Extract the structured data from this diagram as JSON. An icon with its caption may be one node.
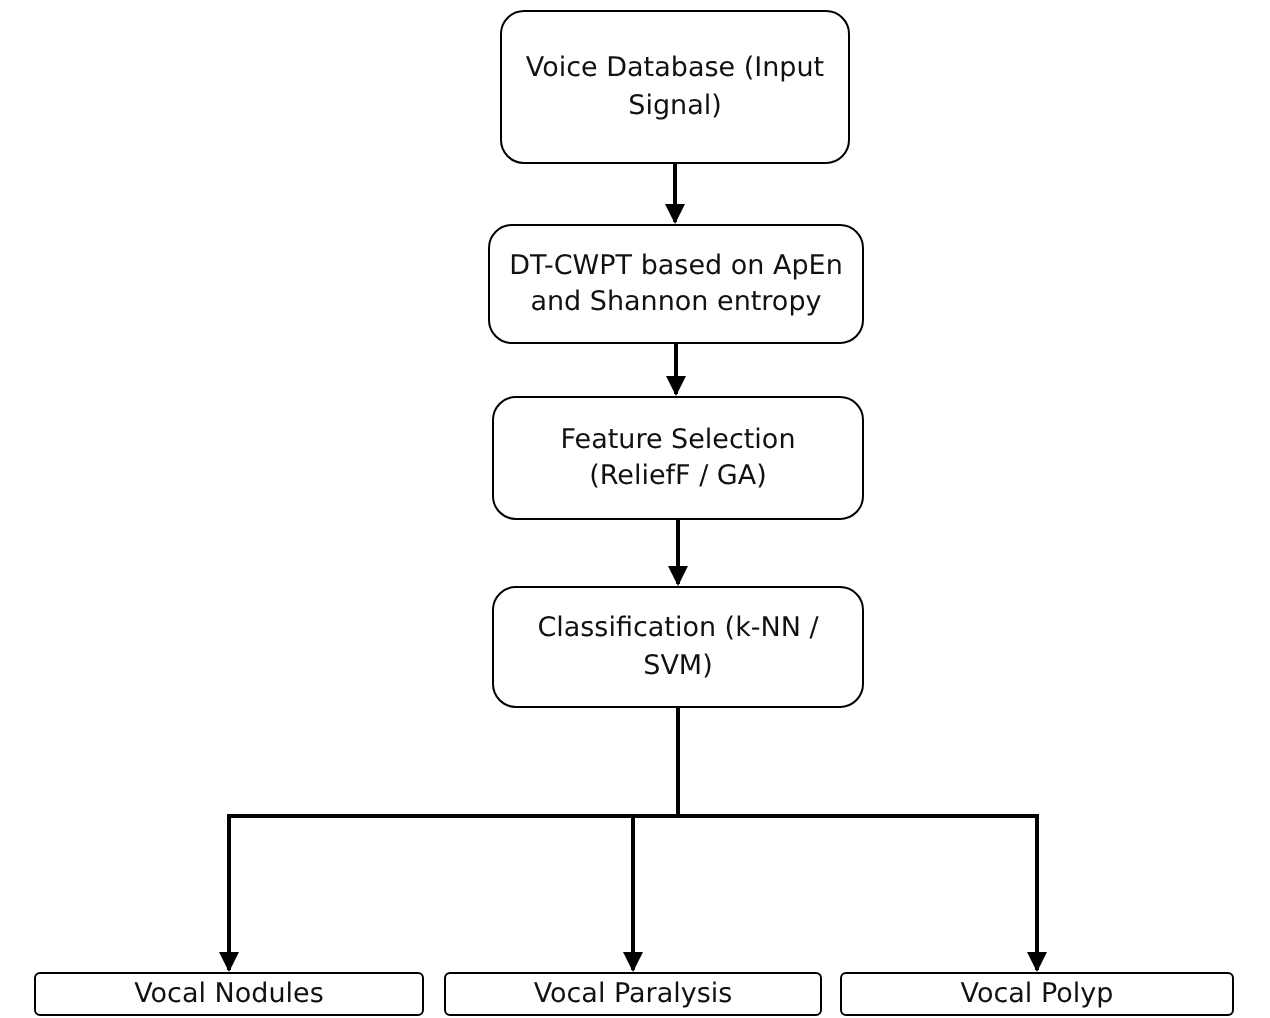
{
  "diagram": {
    "nodes": [
      {
        "text": [
          "Voice Database (Input Signal)"
        ]
      },
      {
        "text": [
          "DT-CWPT based on ApEn and Shannon entropy"
        ]
      },
      {
        "text": [
          "Feature Selection (ReliefF / GA)"
        ]
      },
      {
        "text": [
          "Classification (k-NN / SVM)"
        ]
      },
      {
        "text": [
          "Vocal Nodules"
        ]
      },
      {
        "text": [
          "Vocal Paralysis"
        ]
      },
      {
        "text": [
          "Vocal Polyp"
        ]
      }
    ],
    "edges": [
      {
        "from": 0,
        "to": 1,
        "arrow": "to"
      },
      {
        "from": 1,
        "to": 2,
        "arrow": "to"
      },
      {
        "from": 2,
        "to": 3,
        "arrow": "to"
      },
      {
        "from": 3,
        "to": 4,
        "arrow": "to"
      },
      {
        "from": 3,
        "to": 5,
        "arrow": "to"
      },
      {
        "from": 3,
        "to": 6,
        "arrow": "to"
      }
    ]
  }
}
